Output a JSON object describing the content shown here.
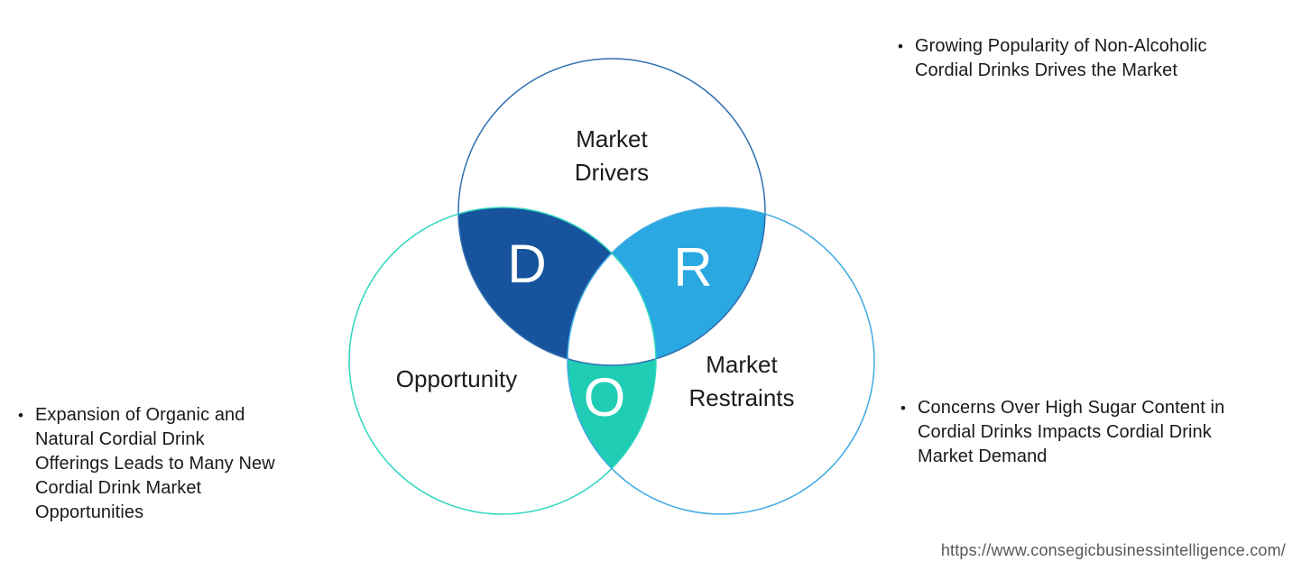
{
  "venn": {
    "drivers": {
      "label": "Market\nDrivers",
      "letter": "D",
      "fill": "#17549D",
      "stroke": "#2F6EB0"
    },
    "restraints": {
      "label": "Market\nRestraints",
      "letter": "R",
      "fill": "#29A8E2",
      "stroke": "#3FAAE3"
    },
    "opportunity": {
      "label": "Opportunity",
      "letter": "O",
      "fill": "#1FCDB4",
      "stroke": "#2FD6C1"
    }
  },
  "bullets": {
    "marker": "•",
    "top_right": "Growing Popularity of Non-Alcoholic\nCordial Drinks Drives the Market",
    "bottom_right": "Concerns Over High Sugar Content in\nCordial Drinks Impacts Cordial Drink\nMarket Demand",
    "bottom_left": "Expansion of Organic and\nNatural Cordial Drink\nOfferings Leads to Many New\nCordial Drink Market\nOpportunities"
  },
  "footer": {
    "url": "https://www.consegicbusinessintelligence.com/"
  }
}
